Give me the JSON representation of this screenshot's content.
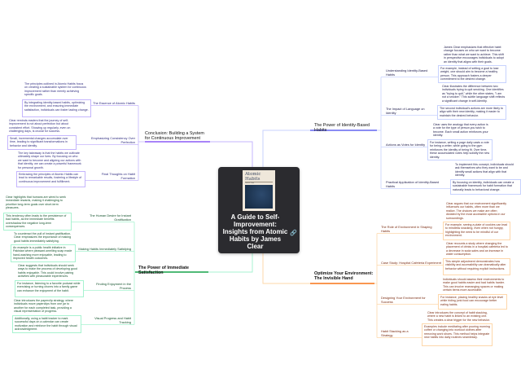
{
  "center": {
    "title": "A Guide to Self-Improvement: Insights from Atomic Habits by James Clear",
    "cover_title": "Atomic Habits",
    "cover_author": "James Clear",
    "link_icon": "link-icon"
  },
  "colors": {
    "purple": "#8b5cf6",
    "blue": "#6366f1",
    "green": "#16a34a",
    "orange": "#f97316"
  },
  "branches": [
    {
      "title": "Conclusion: Building a System for Continuous Improvement",
      "topics": [
        {
          "label": "The Essence of Atomic Habits",
          "leaves": [
            "The principles outlined in Atomic Habits focus on creating a sustainable system for continuous improvement rather than merely achieving specific goals.",
            "By integrating identity-based habits, optimizing the environment, and ensuring immediate satisfaction, individuals can foster lasting change."
          ]
        },
        {
          "label": "Emphasizing Consistency Over Perfection",
          "leaves": [
            "Clear reminds readers that the journey of self-improvement is not about perfection but about consistent effort. Showing up regularly, even on challenging days, is crucial for success.",
            "Small, incremental changes accumulate over time, leading to significant transformations in behavior and identity."
          ]
        },
        {
          "label": "Final Thoughts on Habit Formation",
          "leaves": [
            "The key takeaway is that the habits we cultivate ultimately shape our lives. By focusing on who we want to become and aligning our actions with that identity, we can create a powerful framework for personal growth.",
            "Embracing the principles of Atomic Habits can lead to remarkable results, fostering a lifestyle of continuous improvement and fulfillment."
          ]
        }
      ]
    },
    {
      "title": "The Power of Immediate Satisfaction",
      "topics": [
        {
          "label": "The Human Desire for Instant Gratification",
          "leaves": [
            "Clear highlights that humans are wired to seek immediate rewards, making it challenging to prioritize long-term goals over short-term pleasures.",
            "This tendency often leads to the persistence of bad habits, as the immediate benefits overshadow the negative long-term consequences."
          ]
        },
        {
          "label": "Making Habits Immediately Satisfying",
          "leaves": [
            "To counteract the pull of instant gratification, Clear emphasizes the importance of making good habits immediately satisfying.",
            "An example is a public health initiative in Pakistan where pleasant-smelling soap made hand-washing more enjoyable, leading to improved health outcomes."
          ]
        },
        {
          "label": "Finding Enjoyment in the Process",
          "leaves": [
            "Clear suggests that individuals should seek ways to make the process of developing good habits enjoyable. This could involve pairing activities with pleasurable experiences.",
            "For instance, listening to a favorite podcast while exercising or turning chores into a family game can enhance the enjoyment of the habit."
          ]
        },
        {
          "label": "Visual Progress and Habit Tracking",
          "leaves": [
            "Clear introduces the paperclip strategy, where individuals move paperclips from one jar to another for each completed task, providing a visual representation of progress.",
            "Additionally, using a habit tracker to mark successful days on a calendar can create motivation and reinforce the habit through visual acknowledgment."
          ]
        }
      ]
    },
    {
      "title": "The Power of Identity-Based Habits",
      "topics": [
        {
          "label": "Understanding Identity-Based Habits",
          "leaves": [
            "James Clear emphasizes that effective habit change focuses on who we want to become rather than what we want to achieve. This shift in perspective encourages individuals to adopt an identity that aligns with their goals.",
            "For example, instead of setting a goal to lose weight, one should aim to become a healthy person. This approach fosters a deeper commitment to the desired change."
          ]
        },
        {
          "label": "The Impact of Language on Identity",
          "leaves": [
            "Clear illustrates the difference between two individuals trying to quit smoking. One identifies as \"trying to quit,\" while the other states, \"I am not a smoker.\" This subtle language shift reflects a significant change in self-identity.",
            "The second individual's actions are more likely to align with their new identity, making it easier to maintain the desired behavior."
          ]
        },
        {
          "label": "Actions as Votes for Identity",
          "leaves": [
            "Clear uses the analogy that every action is a vote for the type of person you wish to become. Each small action reinforces your identity.",
            "For instance, writing a page daily casts a vote for being a writer, while going to the gym reinforces the identity of being fit. Over time, these accumulated votes help solidify the new identity."
          ]
        },
        {
          "label": "Practical Application of Identity-Based Habits",
          "leaves": [
            "To implement this concept, individuals should ask themselves who they want to be and identify small actions that align with that identity.",
            "By focusing on identity, individuals can create a sustainable framework for habit formation that naturally leads to behavioral change."
          ]
        }
      ]
    },
    {
      "title": "Optimize Your Environment: The Invisible Hand",
      "topics": [
        {
          "label": "The Role of Environment in Shaping Habits",
          "leaves": [
            "Clear argues that our environment significantly influences our habits, often more than we realize. The choices we make are often dictated by the most accessible options in our surroundings.",
            "For example, seeing a plate of cookies can lead to mindless snacking, even when not hungry, highlighting the need to be mindful of our environment."
          ]
        },
        {
          "label": "Case Study: Hospital Cafeteria Experiment",
          "leaves": [
            "Clear recounts a study where changing the placement of drinks in a hospital cafeteria led to a decrease in soda sales and an increase in water consumption.",
            "This simple adjustment demonstrates how visibility and accessibility can dramatically alter behavior without requiring explicit instructions."
          ]
        },
        {
          "label": "Designing Your Environment for Success",
          "leaves": [
            "Individuals should assess their environments to make good habits easier and bad habits harder. This can involve rearranging spaces or making certain items more accessible.",
            "For instance, placing healthy snacks at eye level while hiding junk food can encourage better eating habits."
          ]
        },
        {
          "label": "Habit Stacking as a Strategy",
          "leaves": [
            "Clear introduces the concept of habit stacking, where a new habit is linked to an existing one. This creates a clear trigger for the new behavior.",
            "Examples include meditating after pouring morning coffee or changing into workout clothes after removing work shoes. This method helps integrate new habits into daily routines seamlessly."
          ]
        }
      ]
    }
  ]
}
